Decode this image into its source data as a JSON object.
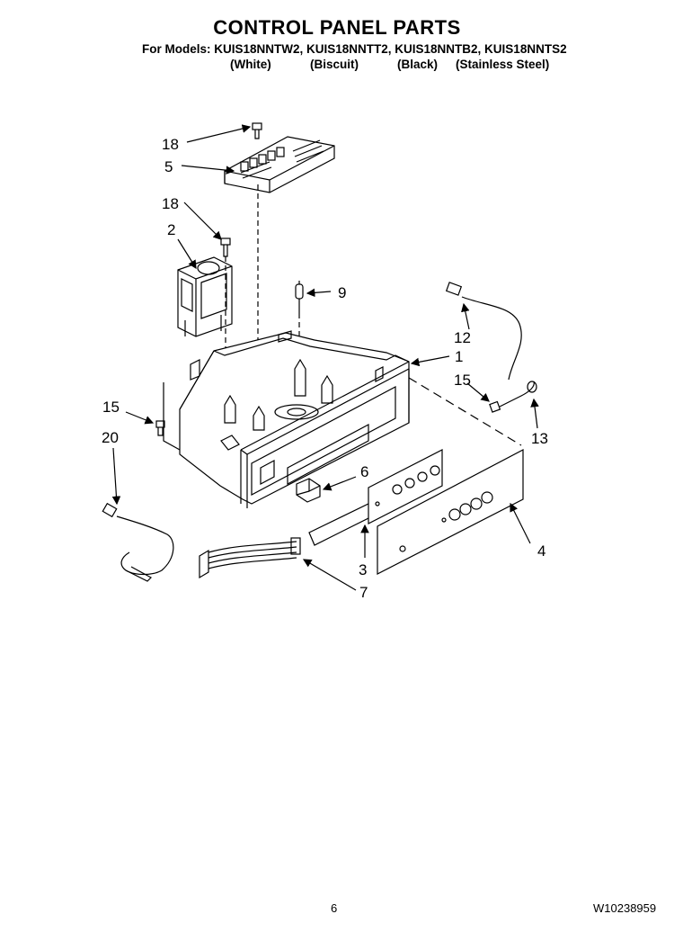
{
  "header": {
    "title": "CONTROL PANEL PARTS",
    "models_line": "For Models: KUIS18NNTW2, KUIS18NNTT2, KUIS18NNTB2, KUIS18NNTS2",
    "finishes": [
      "(White)",
      "(Biscuit)",
      "(Black)",
      "(Stainless Steel)"
    ]
  },
  "callouts": {
    "c18a": "18",
    "c5": "5",
    "c18b": "18",
    "c2": "2",
    "c9": "9",
    "c12": "12",
    "c1": "1",
    "c15a": "15",
    "c15b": "15",
    "c13": "13",
    "c20": "20",
    "c6": "6",
    "c4": "4",
    "c3": "3",
    "c7": "7"
  },
  "footer": {
    "page_number": "6",
    "doc_number": "W10238959"
  }
}
